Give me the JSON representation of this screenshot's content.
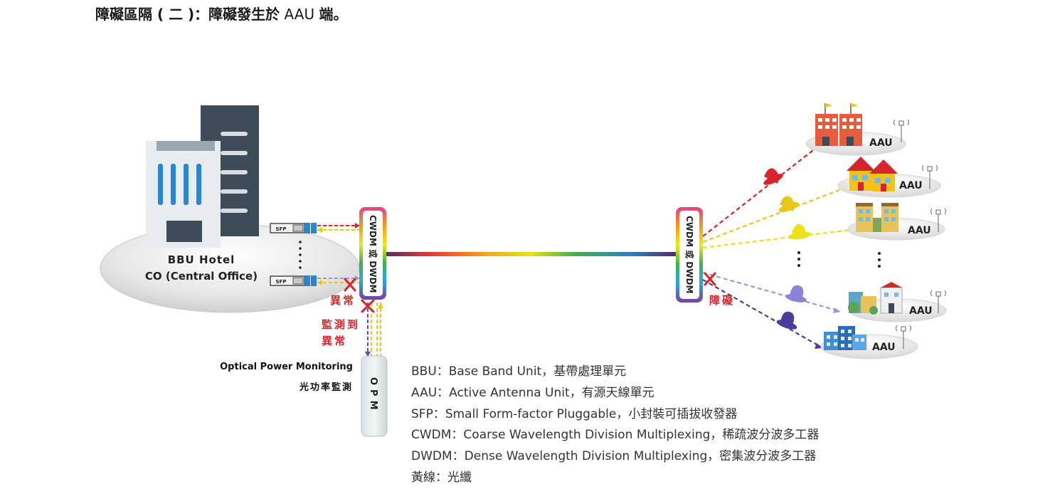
{
  "title": {
    "bold": "障礙區隔 ( 二 )：障礙發生於",
    "rest": " AAU ",
    "tail": "端。"
  },
  "co": {
    "line1": "BBU Hotel",
    "line2": "CO (Central Office)"
  },
  "sfp_label": "SFP",
  "mux_left_label": "CWDM 或 DWDM",
  "mux_right_label": "CWDM 或 DWDM",
  "abnormal_label": "異常",
  "monitored_label_1": "監測到",
  "monitored_label_2": "異常",
  "fault_label": "障礙",
  "opm": {
    "box": "OPM",
    "title_en": "Optical Power Monitoring",
    "title_zh": "光功率監測"
  },
  "aau_label": "AAU",
  "legend": [
    "BBU：Base Band Unit，基帶處理單元",
    "AAU：Active Antenna Unit，有源天線單元",
    "SFP：Small Form-factor Pluggable，小封裝可插拔收發器",
    "CWDM：Coarse Wavelength Division Multiplexing，稀疏波分波多工器",
    "DWDM：Dense Wavelength Division Multiplexing，密集波分波多工器",
    "黃線：光纖"
  ],
  "colors": {
    "red": "#d7262b",
    "yellow": "#e8c61a",
    "purple": "#6a4ba5",
    "lilac": "#9e97d8",
    "gray_building": "#6b7a88"
  }
}
